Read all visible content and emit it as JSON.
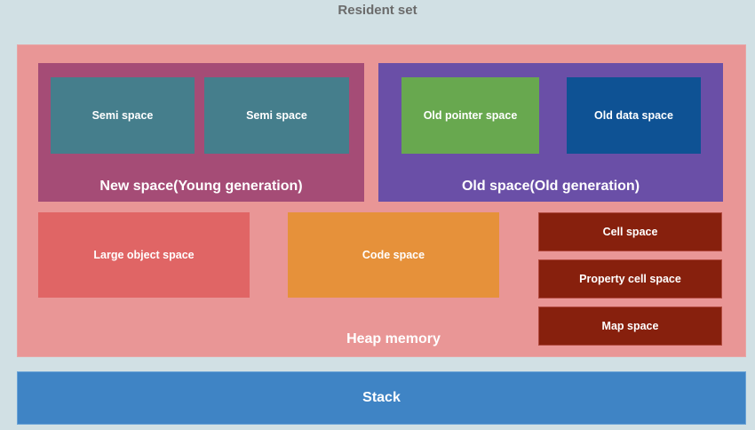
{
  "title": "Resident set",
  "heap": {
    "label": "Heap memory",
    "new_space": {
      "label": "New space(Young generation)",
      "children": [
        "Semi space",
        "Semi space"
      ]
    },
    "old_space": {
      "label": "Old space(Old generation)",
      "children": [
        "Old pointer space",
        "Old data space"
      ]
    },
    "large_object_space": "Large object space",
    "code_space": "Code space",
    "cell_space": "Cell space",
    "property_cell_space": "Property cell space",
    "map_space": "Map space"
  },
  "stack": "Stack",
  "colors": {
    "background": "#d1e0e4",
    "heap": "#e99696",
    "new_space": "#a54c76",
    "semi_space": "#457e8c",
    "old_space": "#6a4fa7",
    "old_pointer_space": "#68a84f",
    "old_data_space": "#0e5294",
    "large_object_space": "#e06565",
    "code_space": "#e6913a",
    "cell_spaces": "#87200d",
    "stack": "#3f84c5"
  }
}
